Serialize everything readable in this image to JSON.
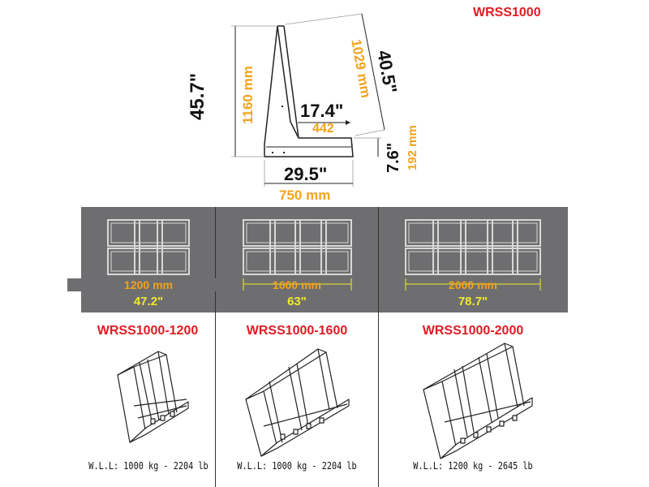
{
  "header_model": "WRSS1000",
  "side_view": {
    "height_in": "45.7\"",
    "height_mm": "1160 mm",
    "slope_in": "40.5\"",
    "slope_mm": "1029 mm",
    "shelf_depth_in": "17.4\"",
    "shelf_depth_mm": "442",
    "shelf_height_in": "7.6\"",
    "shelf_height_mm": "192 mm",
    "base_depth_in": "29.5\"",
    "base_depth_mm": "750 mm"
  },
  "variants": [
    {
      "model": "WRSS1000-1200",
      "width_mm": "1200 mm",
      "width_in": "47.2\"",
      "wll": "W.L.L: 1000 kg - 2204 lb"
    },
    {
      "model": "WRSS1000-1600",
      "width_mm": "1600 mm",
      "width_in": "63\"",
      "wll": "W.L.L: 1000 kg - 2204 lb"
    },
    {
      "model": "WRSS1000-2000",
      "width_mm": "2000 mm",
      "width_in": "78.7\"",
      "wll": "W.L.L: 1200 kg - 2645 lb"
    }
  ],
  "colors": {
    "accent_red": "#e01b22",
    "dim_orange": "#f2a31b",
    "dim_yellow": "#f1ea2a",
    "panel_gray": "#6e6e70"
  }
}
